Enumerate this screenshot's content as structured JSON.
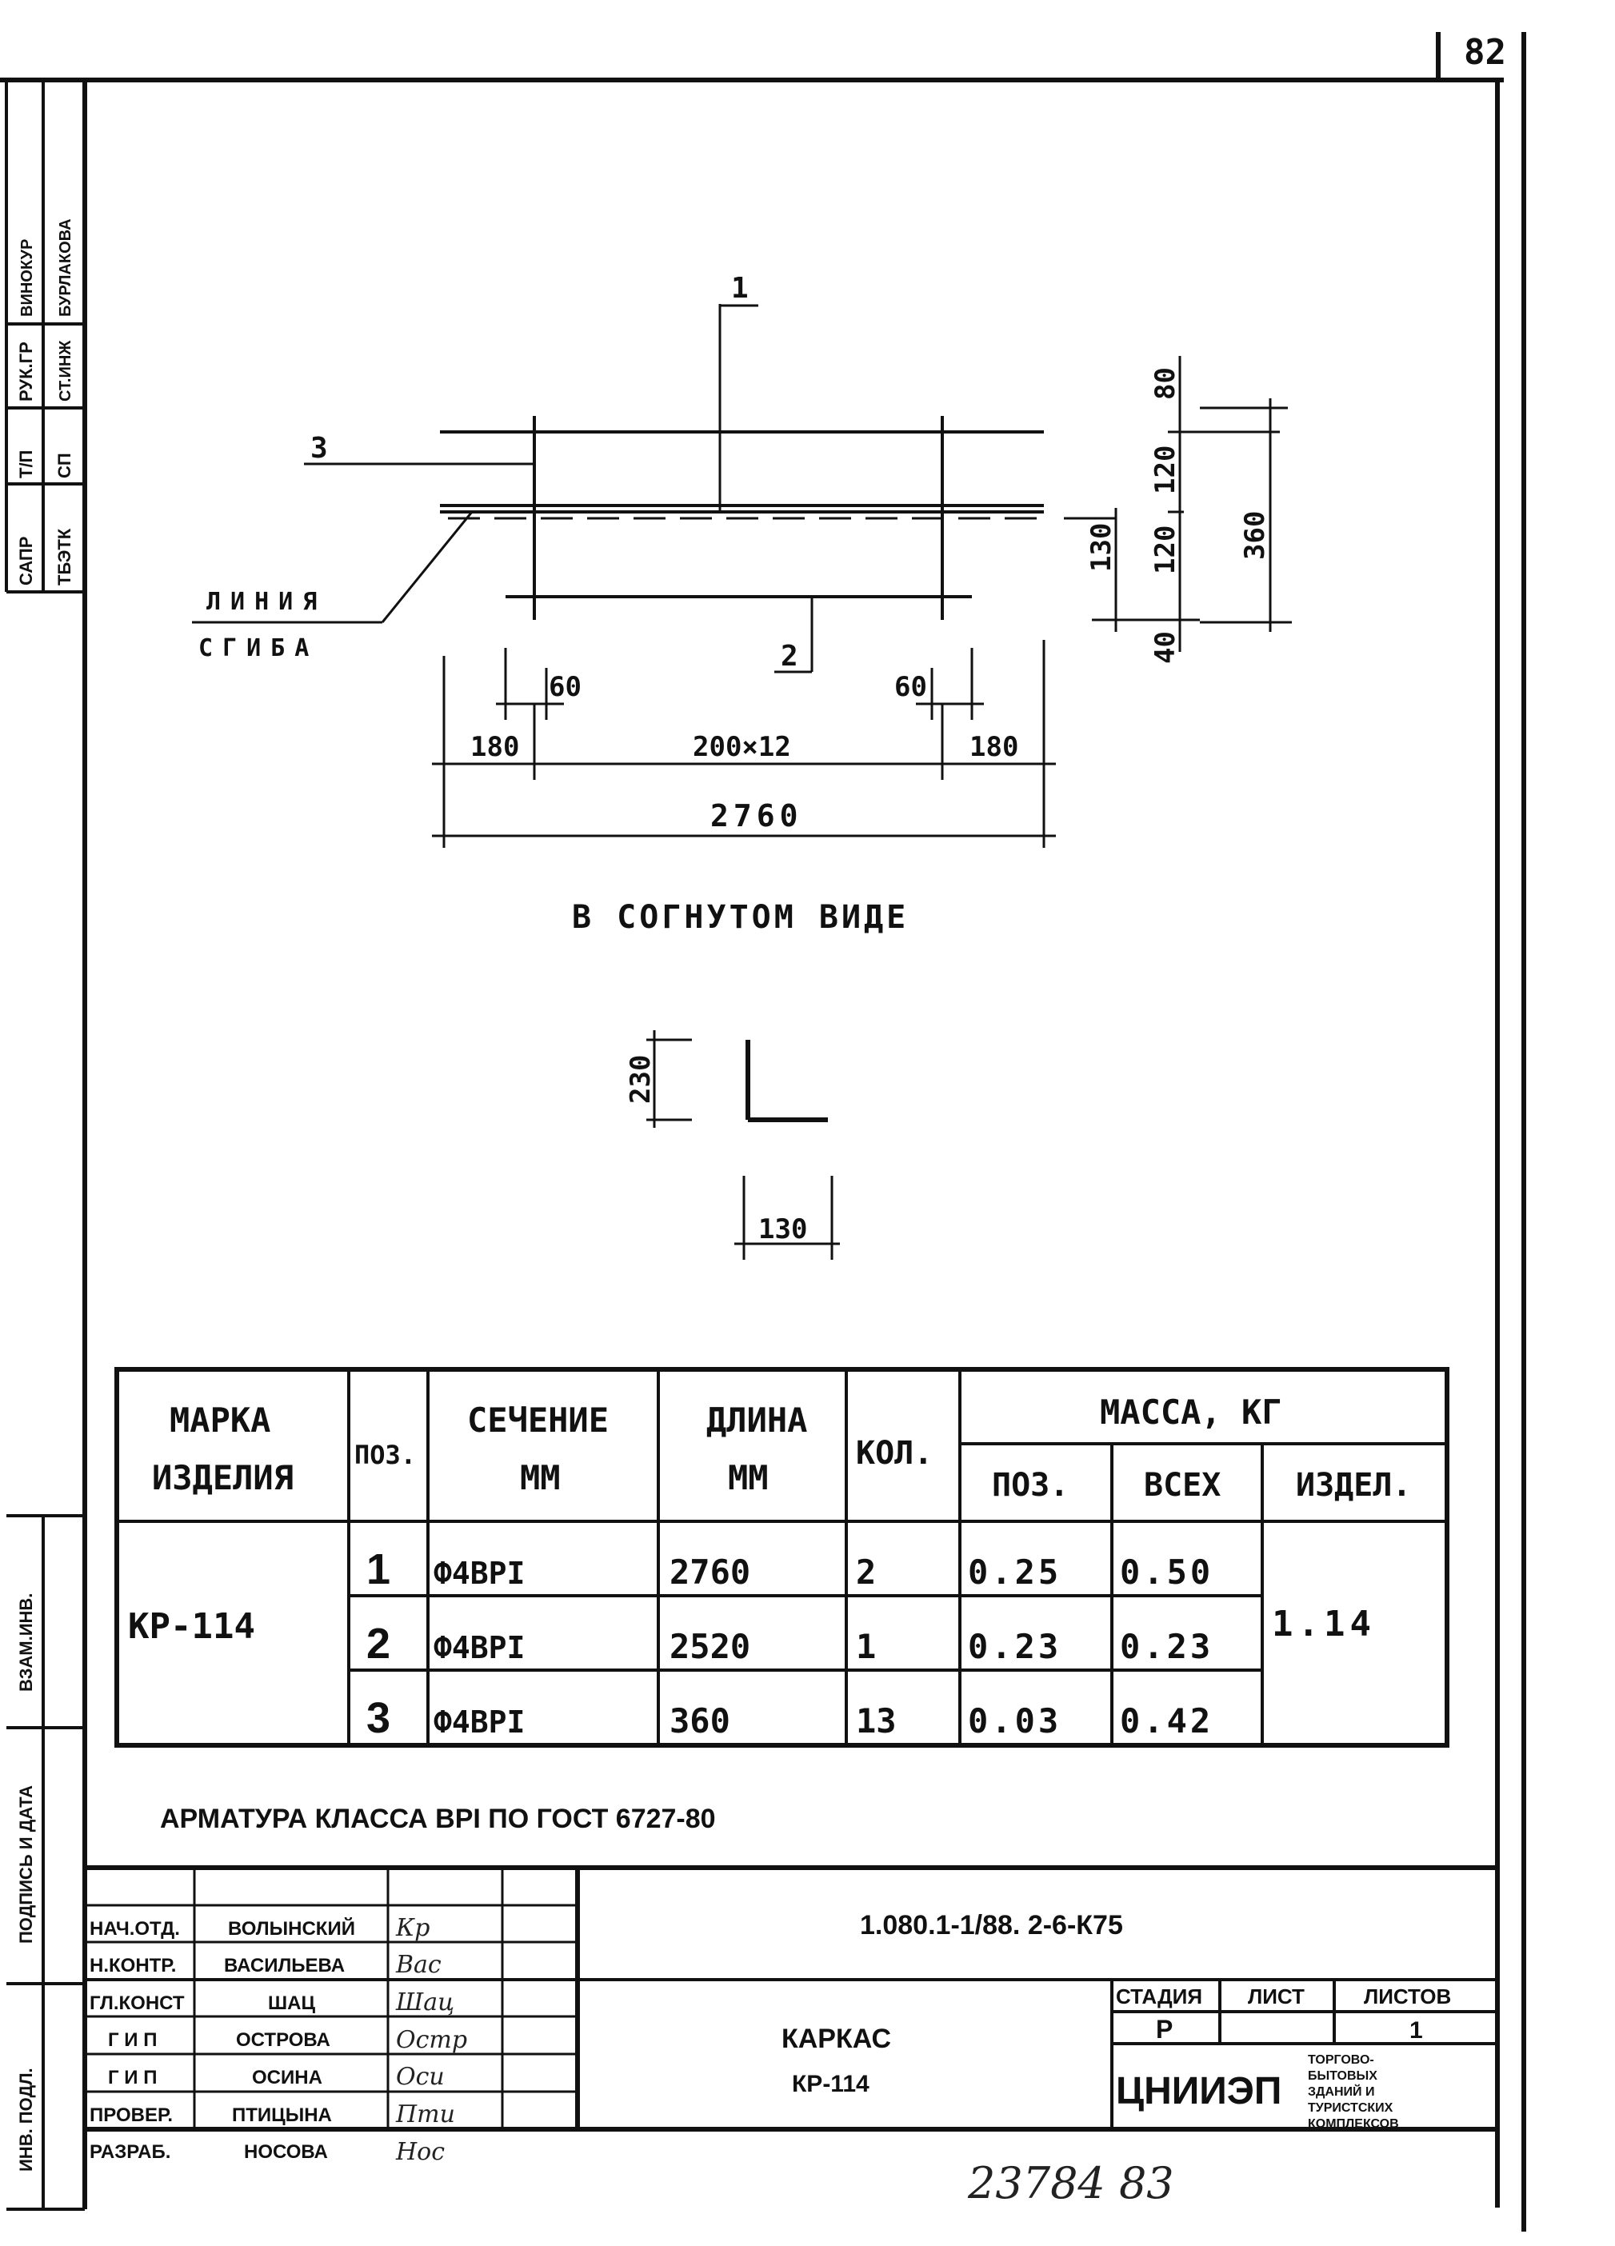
{
  "sheet": {
    "number": "82",
    "bottom_handwritten": "23784 83"
  },
  "side_stamp": {
    "col1": [
      "САПР",
      "Т/П",
      "РУК.ГР",
      "ВИНОКУР"
    ],
    "col2": [
      "ТБЭТК",
      "СП",
      "СТ.ИНЖ",
      "БУРЛАКОВА"
    ],
    "lower_labels": [
      "ВЗАМ.ИНВ.",
      "ПОДПИСЬ И ДАТА",
      "ИНВ. ПОДЛ."
    ]
  },
  "plan": {
    "callouts": [
      "1",
      "2",
      "3"
    ],
    "bend_line_label_1": "ЛИНИЯ",
    "bend_line_label_2": "СГИБА",
    "dims_bottom": {
      "d60_left": "60",
      "d60_right": "60",
      "d180_left": "180",
      "d_mid": "200×12",
      "d180_right": "180",
      "total": "2760"
    },
    "dims_right": {
      "d80": "80",
      "d120_top": "120",
      "d120_bot": "120",
      "d40": "40",
      "d130": "130",
      "d360": "360"
    }
  },
  "bent_view": {
    "title": "В СОГНУТОМ ВИДЕ",
    "height": "230",
    "width": "130"
  },
  "spec_table": {
    "headers": {
      "mark_1": "МАРКА",
      "mark_2": "ИЗДЕЛИЯ",
      "pos": "ПОЗ.",
      "section_1": "СЕЧЕНИЕ",
      "section_2": "ММ",
      "length_1": "ДЛИНА",
      "length_2": "ММ",
      "qty": "КОЛ.",
      "mass": "МАССА, КГ",
      "mass_pos": "ПОЗ.",
      "mass_all": "ВСЕХ",
      "mass_item": "ИЗДЕЛ."
    },
    "mark": "КР-114",
    "item_mass": "1.14",
    "rows": [
      {
        "pos": "1",
        "section": "Ф4ВРI",
        "length": "2760",
        "qty": "2",
        "mass_pos": "0.25",
        "mass_all": "0.50"
      },
      {
        "pos": "2",
        "section": "Ф4ВРI",
        "length": "2520",
        "qty": "1",
        "mass_pos": "0.23",
        "mass_all": "0.23"
      },
      {
        "pos": "3",
        "section": "Ф4ВРI",
        "length": "360",
        "qty": "13",
        "mass_pos": "0.03",
        "mass_all": "0.42"
      }
    ]
  },
  "note": "АРМАТУРА КЛАССА ВРI ПО ГОСТ 6727-80",
  "title_block": {
    "document_code": "1.080.1-1/88. 2-6-К75",
    "title_1": "КАРКАС",
    "title_2": "КР-114",
    "stage_label": "СТАДИЯ",
    "sheet_label": "ЛИСТ",
    "sheets_label": "ЛИСТОВ",
    "stage": "Р",
    "sheet": "",
    "sheets": "1",
    "org": "ЦНИИЭП",
    "org_note": [
      "ТОРГОВО-",
      "БЫТОВЫХ",
      "ЗДАНИЙ И",
      "ТУРИСТСКИХ",
      "КОМПЛЕКСОВ"
    ],
    "staff": [
      {
        "role": "НАЧ.ОТД.",
        "name": "ВОЛЫНСКИЙ",
        "sign": "Кр"
      },
      {
        "role": "Н.КОНТР.",
        "name": "ВАСИЛЬЕВА",
        "sign": "Вас"
      },
      {
        "role": "ГЛ.КОНСТ",
        "name": "ШАЦ",
        "sign": "Шац"
      },
      {
        "role": "Г И П",
        "name": "ОСТРОВА",
        "sign": "Остр"
      },
      {
        "role": "Г И П",
        "name": "ОСИНА",
        "sign": "Оси"
      },
      {
        "role": "ПРОВЕР.",
        "name": "ПТИЦЫНА",
        "sign": "Пти"
      },
      {
        "role": "РАЗРАБ.",
        "name": "НОСОВА",
        "sign": "Нос"
      }
    ]
  }
}
